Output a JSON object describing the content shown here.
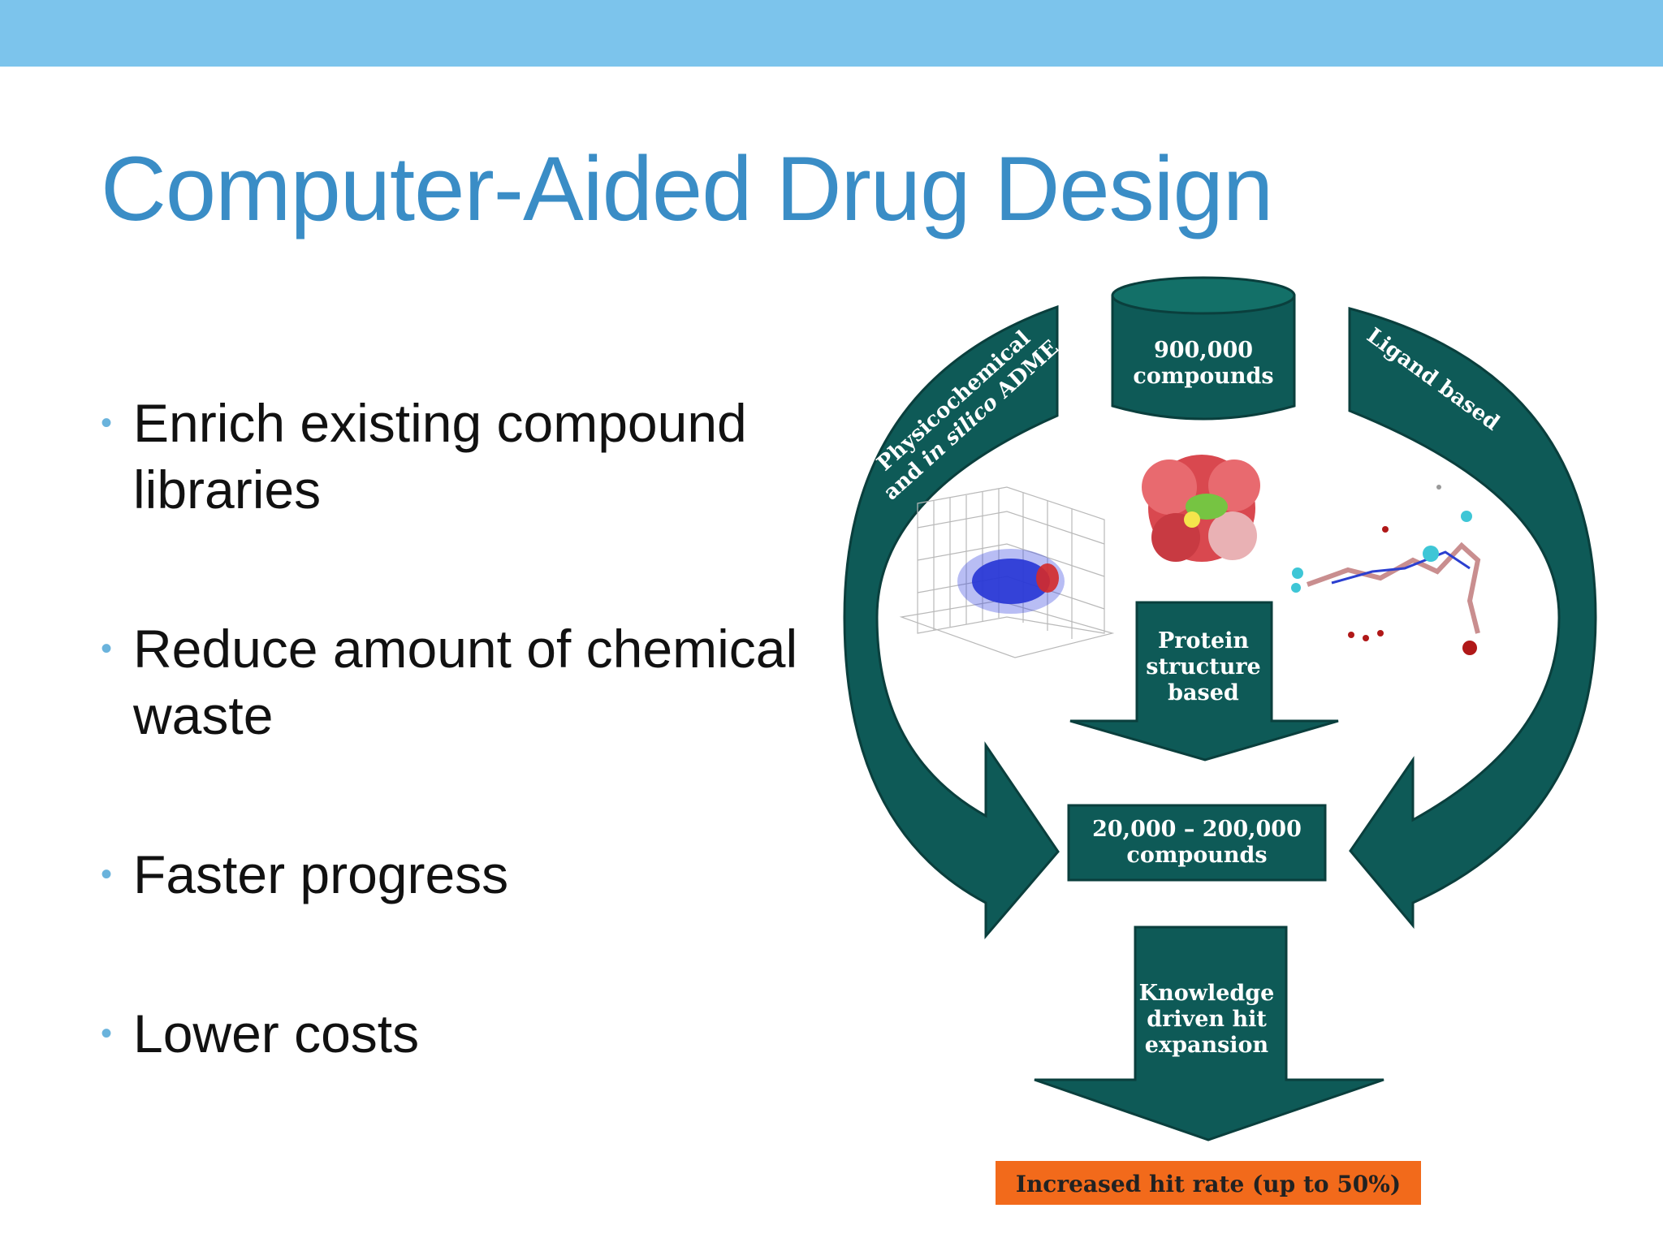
{
  "slide": {
    "title": "Computer-Aided Drug Design"
  },
  "bullets": [
    {
      "lines": [
        "Enrich existing compound",
        "libraries"
      ]
    },
    {
      "lines": [
        "Reduce amount of chemical",
        "waste"
      ]
    },
    {
      "lines": [
        "Faster progress"
      ]
    },
    {
      "lines": [
        "Lower costs"
      ]
    }
  ],
  "bullet_glyph": "•",
  "diagram": {
    "top_cylinder": [
      "900,000",
      "compounds"
    ],
    "left_arc_label": [
      "Physicochemical",
      "and ",
      "in silico",
      " ADME"
    ],
    "right_arc_label": "Ligand based",
    "center_arrow": [
      "Protein",
      "structure",
      "based"
    ],
    "middle_box": [
      "20,000 – 200,000",
      "compounds"
    ],
    "bottom_arrow": [
      "Knowledge",
      "driven hit",
      "expansion"
    ],
    "result_bar": "Increased hit rate (up to 50%)"
  },
  "colors": {
    "band": "#7cc4ec",
    "title": "#3a8dc6",
    "teal": "#0e5a57",
    "teal_edge": "#0a3f3d",
    "result_bar": "#f26a1b"
  }
}
